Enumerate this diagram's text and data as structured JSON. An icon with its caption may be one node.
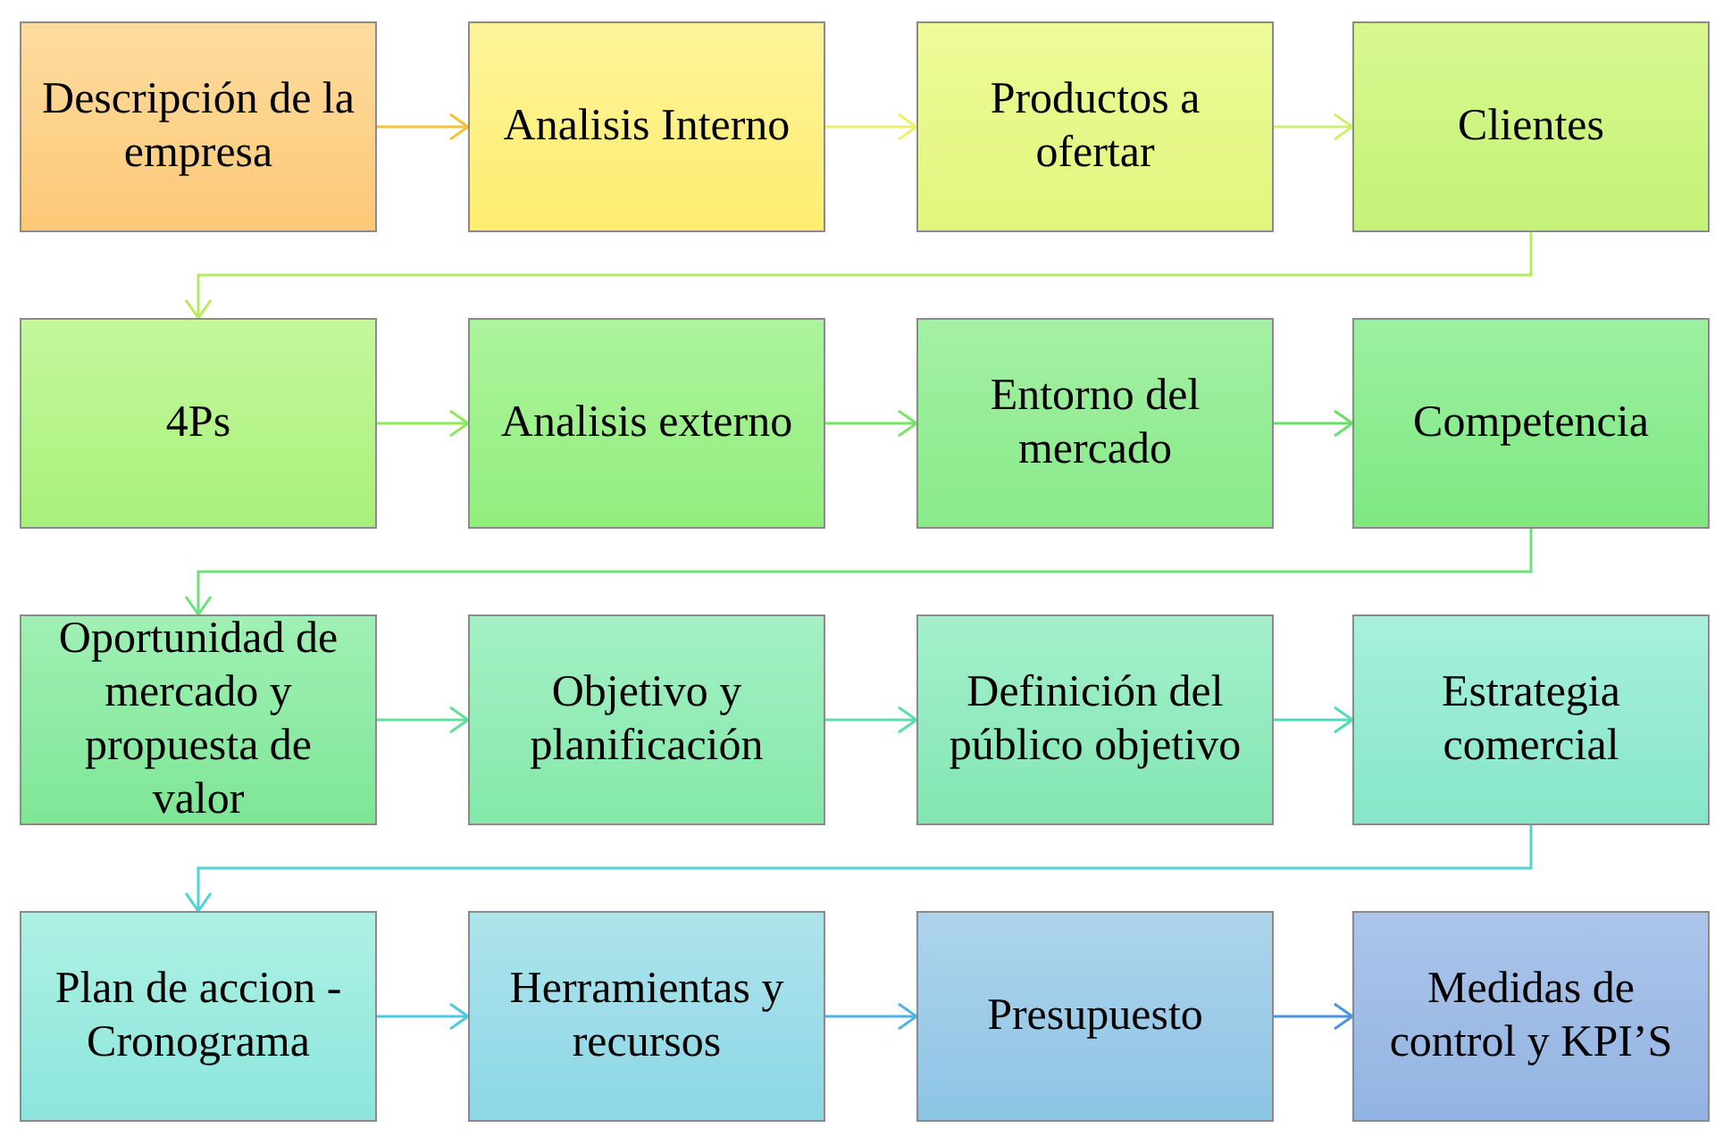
{
  "diagram": {
    "nodes": [
      {
        "text": [
          "Descripción de la empresa"
        ]
      },
      {
        "text": [
          "Analisis Interno"
        ]
      },
      {
        "text": [
          "Productos a ofertar"
        ]
      },
      {
        "text": [
          "Clientes"
        ]
      },
      {
        "text": [
          "4Ps"
        ]
      },
      {
        "text": [
          "Analisis externo"
        ]
      },
      {
        "text": [
          "Entorno del mercado"
        ]
      },
      {
        "text": [
          "Competencia"
        ]
      },
      {
        "text": [
          "Oportunidad de mercado y propuesta de valor"
        ]
      },
      {
        "text": [
          "Objetivo y planificación"
        ]
      },
      {
        "text": [
          "Definición del público objetivo"
        ]
      },
      {
        "text": [
          "Estrategia comercial"
        ]
      },
      {
        "text": [
          "Plan de accion - Cronograma"
        ]
      },
      {
        "text": [
          "Herramientas y recursos"
        ]
      },
      {
        "text": [
          "Presupuesto"
        ]
      },
      {
        "text": [
          "Medidas de control y KPI’S"
        ]
      }
    ],
    "edges": [
      {
        "from": 0,
        "to": 1,
        "arrow": "to",
        "color": "#f5c332"
      },
      {
        "from": 1,
        "to": 2,
        "arrow": "to",
        "color": "#eef06a"
      },
      {
        "from": 2,
        "to": 3,
        "arrow": "to",
        "color": "#cdf070"
      },
      {
        "from": 3,
        "to": 4,
        "arrow": "to",
        "color": "#b4ec5c"
      },
      {
        "from": 4,
        "to": 5,
        "arrow": "to",
        "color": "#8ee85a"
      },
      {
        "from": 5,
        "to": 6,
        "arrow": "to",
        "color": "#78e464"
      },
      {
        "from": 6,
        "to": 7,
        "arrow": "to",
        "color": "#68e068"
      },
      {
        "from": 7,
        "to": 8,
        "arrow": "to",
        "color": "#6ae27a"
      },
      {
        "from": 8,
        "to": 9,
        "arrow": "to",
        "color": "#5ee29a"
      },
      {
        "from": 9,
        "to": 10,
        "arrow": "to",
        "color": "#56e0aa"
      },
      {
        "from": 10,
        "to": 11,
        "arrow": "to",
        "color": "#4edcba"
      },
      {
        "from": 11,
        "to": 12,
        "arrow": "to",
        "color": "#4ed4d4"
      },
      {
        "from": 12,
        "to": 13,
        "arrow": "to",
        "color": "#50c8e2"
      },
      {
        "from": 13,
        "to": 14,
        "arrow": "to",
        "color": "#50b4e2"
      },
      {
        "from": 14,
        "to": 15,
        "arrow": "to",
        "color": "#4c94dc"
      }
    ]
  }
}
